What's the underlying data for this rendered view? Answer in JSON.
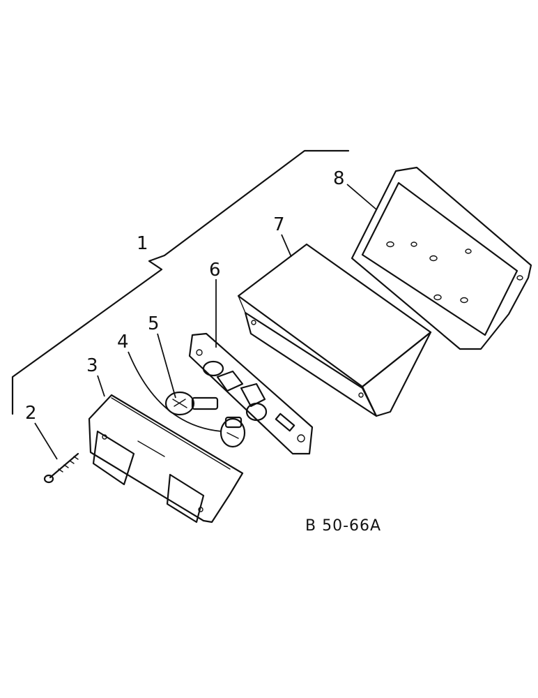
{
  "figure_code": "B 50-66A",
  "callouts": [
    {
      "id": "1",
      "part": "tail-lamp-assembly"
    },
    {
      "id": "2",
      "part": "screw"
    },
    {
      "id": "3",
      "part": "lens"
    },
    {
      "id": "4",
      "part": "bulb-small"
    },
    {
      "id": "5",
      "part": "bulb-large"
    },
    {
      "id": "6",
      "part": "lamp-holder-plate"
    },
    {
      "id": "7",
      "part": "housing"
    },
    {
      "id": "8",
      "part": "gasket-tray"
    }
  ]
}
